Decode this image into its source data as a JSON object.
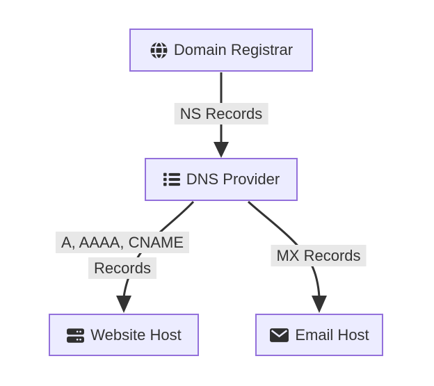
{
  "diagram": {
    "type": "flowchart",
    "direction": "top-down",
    "nodes": [
      {
        "id": "registrar",
        "label": "Domain Registrar",
        "icon": "globe-icon"
      },
      {
        "id": "dns",
        "label": "DNS Provider",
        "icon": "list-icon"
      },
      {
        "id": "web",
        "label": "Website Host",
        "icon": "server-icon"
      },
      {
        "id": "email",
        "label": "Email Host",
        "icon": "envelope-icon"
      }
    ],
    "edges": [
      {
        "from": "registrar",
        "to": "dns",
        "label": "NS Records",
        "label_lines": [
          "NS Records"
        ]
      },
      {
        "from": "dns",
        "to": "web",
        "label": "A, AAAA, CNAME Records",
        "label_lines": [
          "A, AAAA, CNAME",
          "Records"
        ]
      },
      {
        "from": "dns",
        "to": "email",
        "label": "MX Records",
        "label_lines": [
          "MX Records"
        ]
      }
    ],
    "colors": {
      "node_fill": "#ECECFF",
      "node_border": "#9370DB",
      "node_text": "#333333",
      "edge_stroke": "#333333",
      "edge_label_bg": "#e8e8e8",
      "icon": "#2f2f2f",
      "background": "#ffffff"
    }
  }
}
